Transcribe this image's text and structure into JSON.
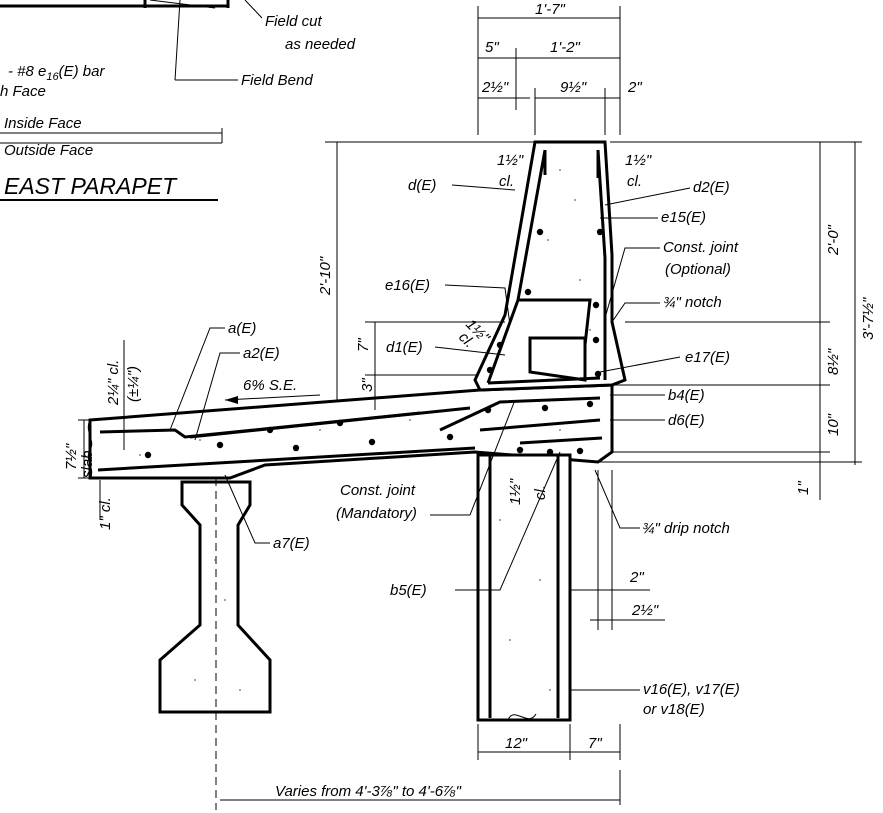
{
  "title": "EAST PARAPET",
  "top_left": {
    "bar_note_1": "- #8 e",
    "bar_note_sub": "16",
    "bar_note_2": "(E) bar",
    "each_face": "h Face",
    "inside_face": "Inside Face",
    "outside_face": "Outside Face",
    "field_cut_1": "Field cut",
    "field_cut_2": "as needed",
    "field_bend": "Field Bend"
  },
  "dimensions_top": {
    "overall": "1'-7\"",
    "left": "5\"",
    "right": "1'-2\"",
    "small_left": "2½\"",
    "middle": "9½\"",
    "small_right": "2\""
  },
  "dimensions_left": {
    "parapet_height": "2'-10\"",
    "seven": "7\"",
    "three": "3\""
  },
  "dimensions_right": {
    "upper": "2'-0\"",
    "mid": "8½\"",
    "lower": "10\"",
    "overall": "3'-7½\"",
    "drip": "1\""
  },
  "dimensions_bottom": {
    "two": "2\"",
    "two_half": "2½\"",
    "twelve": "12\"",
    "seven": "7\"",
    "varies": "Varies from 4'-3⅞\" to 4'-6⅞\""
  },
  "slab": {
    "thickness": "7½\"",
    "slab_word": "slab",
    "cover_2": "2¼\" cl.",
    "cover_tol": "(±¼\")",
    "slope": "6% S.E.",
    "bottom_cover": "1\" cl."
  },
  "clearances": {
    "cl_left": "1½\"",
    "cl_left2": "cl.",
    "cl_right": "1½\"",
    "cl_right2": "cl.",
    "cl_diag": "1½\"",
    "cl_diag2": "cl.",
    "cl_vert": "1½\"",
    "cl_vert2": "cl."
  },
  "bars": {
    "d": "d(E)",
    "d2": "d2(E)",
    "e15": "e15(E)",
    "e16": "e16(E)",
    "d1": "d1(E)",
    "e17": "e17(E)",
    "b4": "b4(E)",
    "d6": "d6(E)",
    "a": "a(E)",
    "a2": "a2(E)",
    "a7": "a7(E)",
    "b5": "b5(E)",
    "v": "v16(E), v17(E)",
    "v_or": "or v18(E)"
  },
  "notes": {
    "const_joint_opt_1": "Const. joint",
    "const_joint_opt_2": "(Optional)",
    "notch": "¾\" notch",
    "const_joint_mand_1": "Const. joint",
    "const_joint_mand_2": "(Mandatory)",
    "drip_notch": "¾\" drip notch"
  }
}
